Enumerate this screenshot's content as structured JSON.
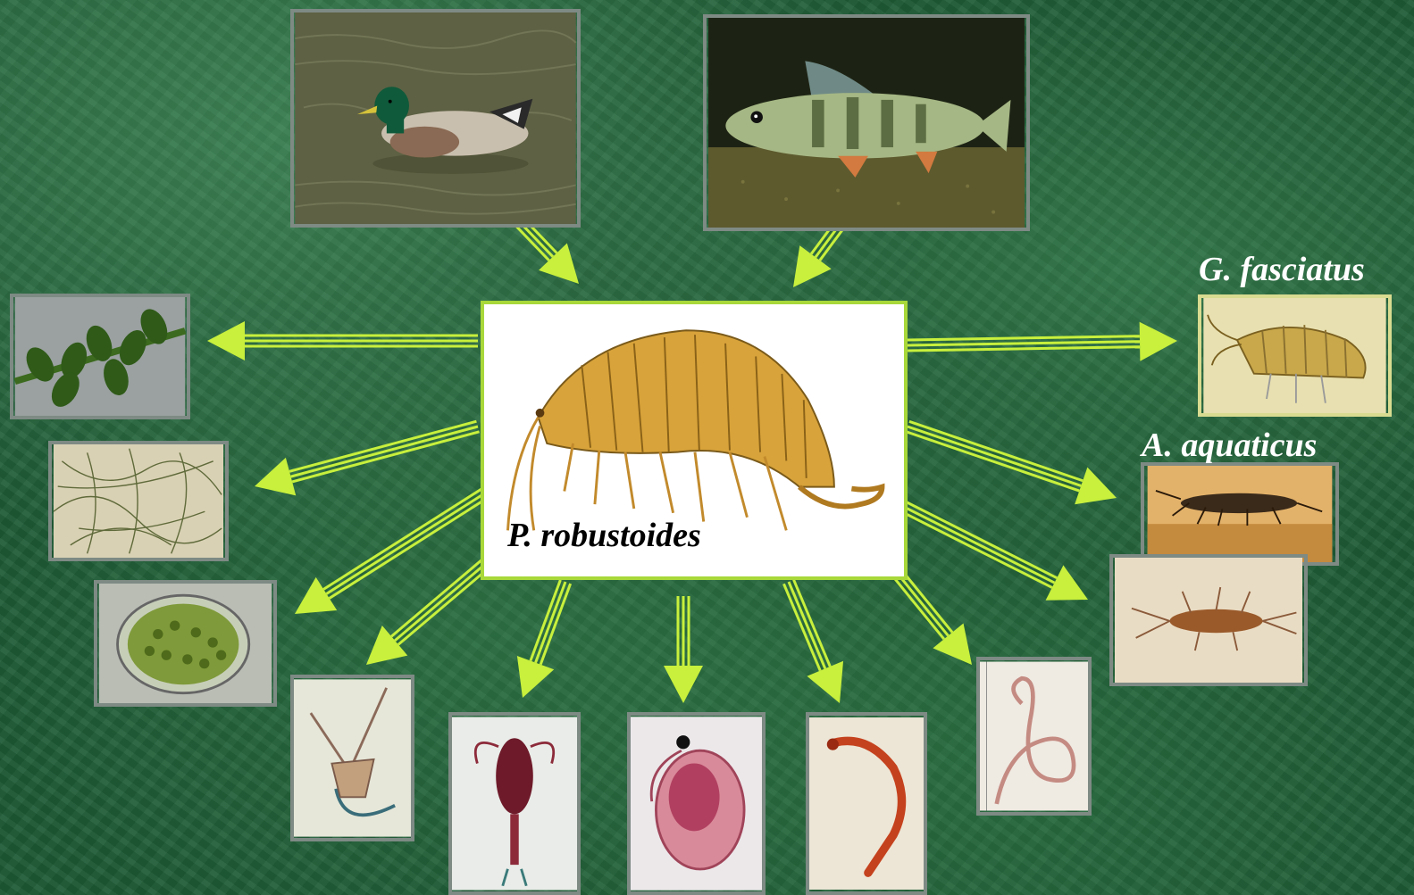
{
  "center": {
    "label": "P. robustoides",
    "image": "amphipod-drawing"
  },
  "side_labels": {
    "g_fasciatus": "G. fasciatus",
    "a_aquaticus": "A. aquaticus"
  },
  "tiles": [
    {
      "id": "duck",
      "image": "mallard-duck-photo",
      "relation": "predator"
    },
    {
      "id": "perch",
      "image": "perch-fish-photo",
      "relation": "predator"
    },
    {
      "id": "plant",
      "image": "aquatic-plant-photo",
      "relation": "prey"
    },
    {
      "id": "algae",
      "image": "filamentous-algae-photo",
      "relation": "prey"
    },
    {
      "id": "cell",
      "image": "green-algal-cell-micrograph",
      "relation": "prey"
    },
    {
      "id": "dino",
      "image": "ceratium-dinoflagellate-micrograph",
      "relation": "prey"
    },
    {
      "id": "copepod",
      "image": "copepod-micrograph",
      "relation": "prey"
    },
    {
      "id": "daphnia",
      "image": "daphnia-micrograph",
      "relation": "prey"
    },
    {
      "id": "larva",
      "image": "chironomid-larva-photo",
      "relation": "prey"
    },
    {
      "id": "worm",
      "image": "oligochaete-worm-micrograph",
      "relation": "prey"
    },
    {
      "id": "gammarus",
      "image": "gammarus-fasciatus-photo",
      "relation": "prey"
    },
    {
      "id": "asellus",
      "image": "asellus-aquaticus-photo",
      "relation": "prey"
    },
    {
      "id": "mayfly",
      "image": "mayfly-larva-photo",
      "relation": "prey"
    }
  ],
  "colors": {
    "arrow": "#c8f03c",
    "label_center": "#000000",
    "label_side": "#ffffff",
    "background": "#1d5a35"
  }
}
